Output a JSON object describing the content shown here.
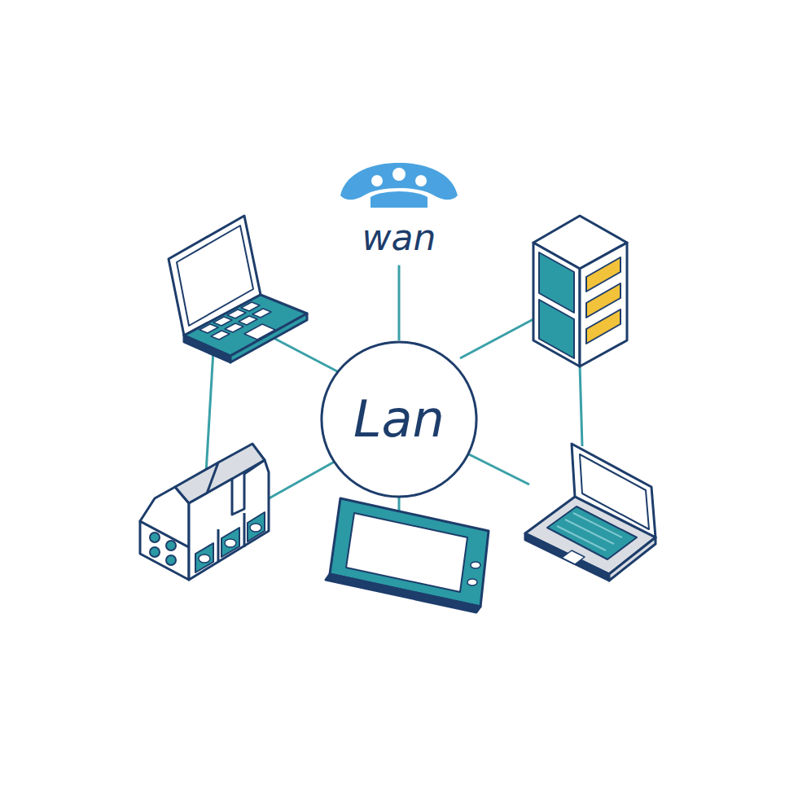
{
  "diagram": {
    "nodes": [
      {
        "text": [
          "wan"
        ]
      },
      {
        "text": [
          "Lan"
        ]
      }
    ],
    "edges": [
      {
        "from": 0,
        "to": 1,
        "arrow": "none"
      }
    ]
  }
}
